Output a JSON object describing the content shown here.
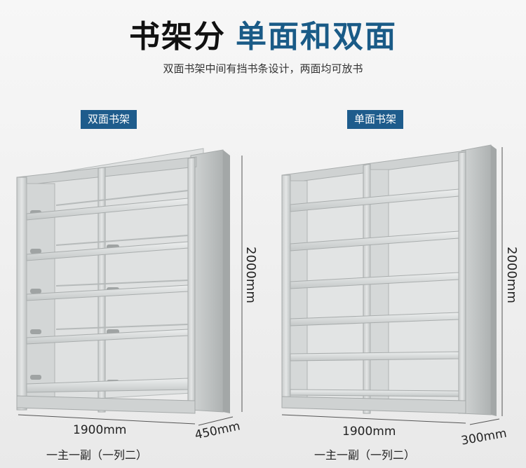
{
  "header": {
    "title_part1": "书架分",
    "title_part2": "单面和双面",
    "subtitle": "双面书架中间有挡书条设计，两面均可放书"
  },
  "left_shelf": {
    "tag": "双面书架",
    "width_label": "1900mm",
    "height_label": "2000mm",
    "depth_label": "450mm",
    "caption": "一主一副（一列二）"
  },
  "right_shelf": {
    "tag": "单面书架",
    "width_label": "1900mm",
    "height_label": "2000mm",
    "depth_label": "300mm",
    "caption": "一主一副（一列二）"
  },
  "colors": {
    "accent": "#1a5b87",
    "tag_bg": "#1e5c8c",
    "steel": "#d9dbdb",
    "steel_dark": "#b8bcbc"
  }
}
